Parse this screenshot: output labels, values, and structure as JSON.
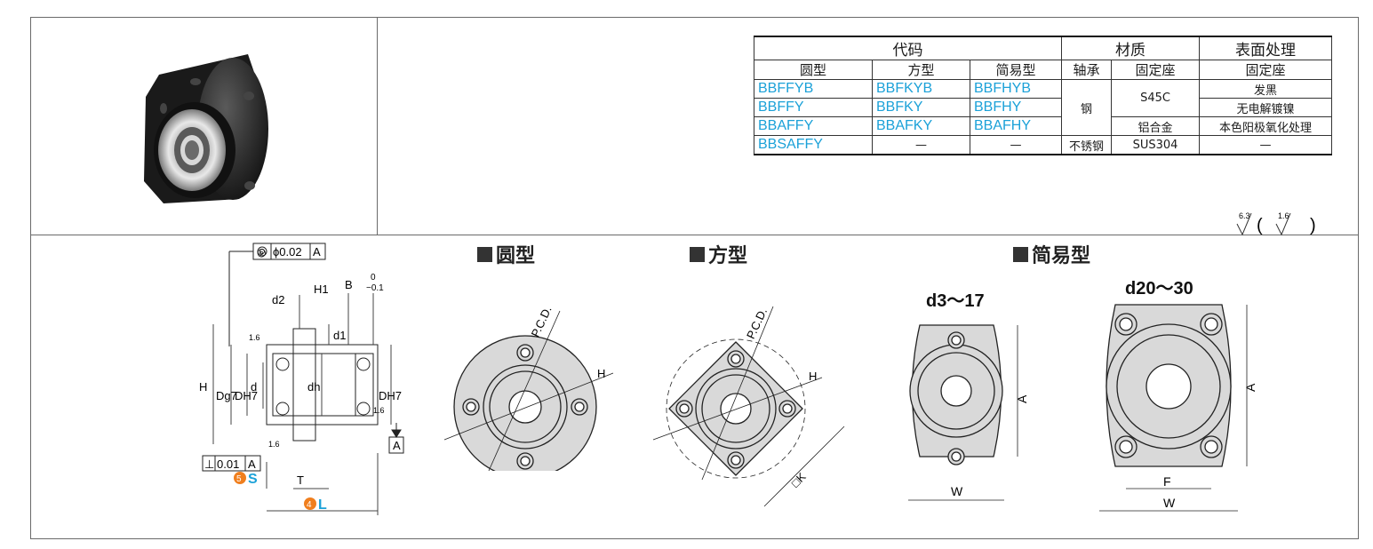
{
  "table": {
    "header": {
      "code": "代码",
      "material": "材质",
      "surface": "表面处理"
    },
    "subheader": {
      "round": "圆型",
      "square": "方型",
      "simple": "简易型",
      "bearing": "轴承",
      "holder": "固定座",
      "holder_surface": "固定座"
    },
    "rows": [
      {
        "round": "BBFFYB",
        "square": "BBFKYB",
        "simple": "BBFHYB",
        "surface": "发黑"
      },
      {
        "round": "BBFFY",
        "square": "BBFKY",
        "simple": "BBFHY",
        "surface": "无电解镀镍"
      },
      {
        "round": "BBAFFY",
        "square": "BBAFKY",
        "simple": "BBAFHY",
        "holder": "铝合金",
        "surface": "本色阳极氧化处理"
      },
      {
        "round": "BBSAFFY",
        "square": "—",
        "simple": "—",
        "bearing": "不锈钢",
        "holder": "SUS304",
        "surface": "—"
      }
    ],
    "steel": "钢",
    "s45c": "S45C"
  },
  "sections": {
    "round": "圆型",
    "square": "方型",
    "simple": "简易型"
  },
  "variants": {
    "small": "d3～17",
    "large": "d20～30"
  },
  "roughness": {
    "main": "6.3",
    "paren_open": "(",
    "alt": "1.6",
    "paren_close": ")"
  },
  "drawing": {
    "tolerance_frame": {
      "symbol": "◎",
      "value": "ϕ0.02",
      "datum": "A"
    },
    "perp_frame": {
      "symbol": "⊥",
      "value": "0.01",
      "datum": "A"
    },
    "labels": {
      "d2": "d2",
      "H1": "H1",
      "B": "B",
      "B_tol_top": "0",
      "B_tol_bottom": "−0.1",
      "d1": "d1",
      "H": "H",
      "D": "Dg7",
      "DH7": "DH7",
      "d": "d",
      "dh": "dh",
      "DH7r": "DH7",
      "A": "A",
      "S": "S",
      "T": "T",
      "L": "L",
      "S_num": "5",
      "L_num": "4",
      "r16": "1.6"
    },
    "pcd": "P.C.D.",
    "H_face": "H",
    "K": "□K",
    "A_dim": "A",
    "W": "W",
    "F": "F"
  },
  "colors": {
    "accent": "#1ba1d8",
    "badge": "#f07f1e"
  }
}
